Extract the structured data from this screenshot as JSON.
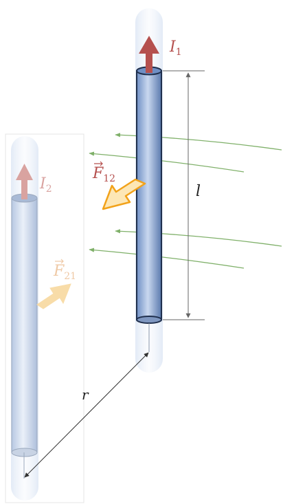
{
  "labels": {
    "current1": {
      "symbol": "I",
      "sub": "1"
    },
    "current2": {
      "symbol": "I",
      "sub": "2"
    },
    "force12": {
      "symbol": "F",
      "sub": "12"
    },
    "force21": {
      "symbol": "F",
      "sub": "21"
    },
    "length": "l",
    "distance": "r"
  },
  "colors": {
    "current": "#b5504e",
    "current_faded": "#d9a3a0",
    "force12": "#f2a21a",
    "force12_fill": "#fde7b6",
    "force21": "#f8dca8",
    "force21_text": "#efc9a6",
    "field_lines": "#7fb069",
    "wire_front_dark": "#2b4066",
    "wire1_fill_mid": "#a9bfe0",
    "wire2_fill_mid": "#c8d7ec",
    "glow": "#dfe8f5",
    "dimension": "#666666"
  }
}
